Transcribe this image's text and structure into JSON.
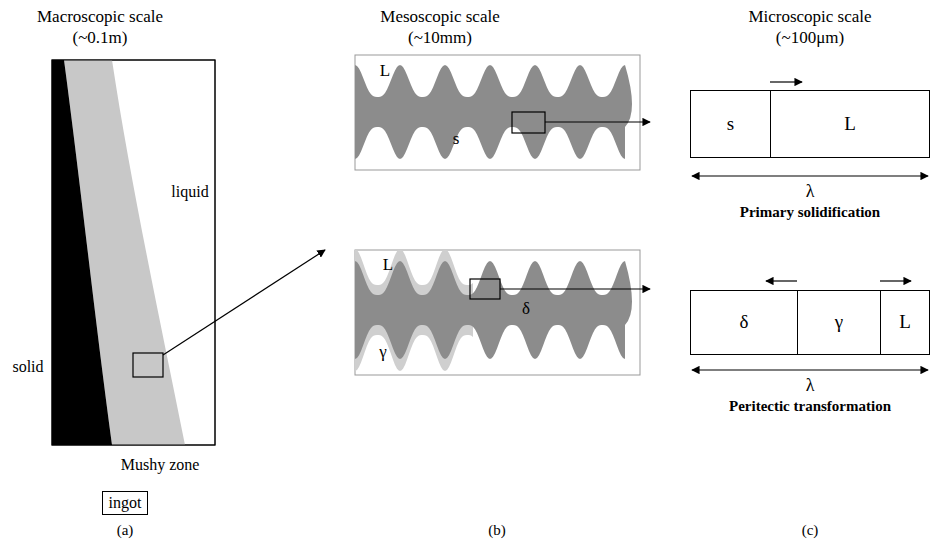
{
  "diagram": {
    "nodes": [
      {
        "text": [
          "ingot"
        ]
      },
      {
        "text": [
          "s"
        ]
      },
      {
        "text": [
          "L"
        ]
      },
      {
        "text": [
          "δ"
        ]
      },
      {
        "text": [
          "γ"
        ]
      },
      {
        "text": [
          "L"
        ]
      }
    ],
    "labels": [
      "Macroscopic scale",
      "(~0.1m)",
      "liquid",
      "solid",
      "Mushy zone",
      "(a)",
      "Mesoscopic scale",
      "(~10mm)",
      "L",
      "s",
      "L",
      "γ",
      "δ",
      "(b)",
      "Microscopic scale",
      "(~100μm)",
      "λ",
      "Primary solidification",
      "λ",
      "Peritectic transformation",
      "(c)"
    ]
  }
}
